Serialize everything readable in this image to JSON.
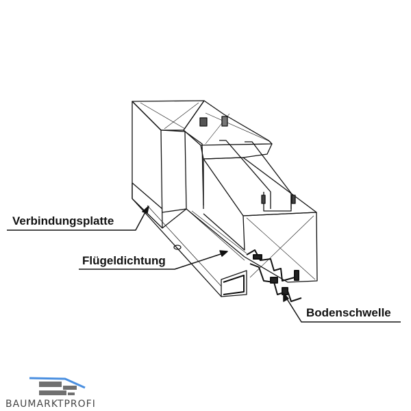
{
  "labels": {
    "connection_plate": "Verbindungsplatte",
    "sash_seal": "Flügeldichtung",
    "threshold": "Bodenschwelle"
  },
  "logo": {
    "text": "BAUMARKTPROFI",
    "accent_color": "#4a8fe0",
    "brick_color": "#707070"
  }
}
